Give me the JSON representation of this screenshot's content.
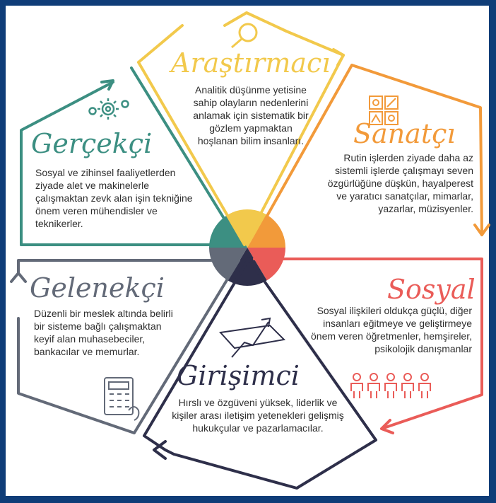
{
  "colors": {
    "frame": "#0f3d78",
    "arastirmaci": "#f2c94c",
    "sanatci": "#f29a3a",
    "sosyal": "#ea5c58",
    "girisimci": "#2e2f4a",
    "gelenekci": "#636a78",
    "gercekci": "#3c8f82"
  },
  "types": {
    "arastirmaci": {
      "title": "Araştırmacı",
      "description": "Analitik düşünme yetisine sahip olayların nedenlerini anlamak için sistematik bir gözlem yapmaktan hoşlanan bilim insanları.",
      "icon": "magnifier-icon"
    },
    "sanatci": {
      "title": "Sanatçı",
      "description": "Rutin işlerden ziyade daha az sistemli işlerde çalışmayı seven özgürlüğüne düşkün, hayalperest ve yaratıcı sanatçılar, mimarlar, yazarlar, müzisyenler.",
      "icon": "art-grid-icon"
    },
    "sosyal": {
      "title": "Sosyal",
      "description": "Sosyal ilişkileri oldukça güçlü, diğer insanları eğitmeye ve geliştirmeye önem veren öğretmenler, hemşireler, psikolojik danışmanlar",
      "icon": "people-icon"
    },
    "girisimci": {
      "title": "Girişimci",
      "description": "Hırslı ve özgüveni yüksek, liderlik ve kişiler arası iletişim yetenekleri gelişmiş hukukçular ve pazarlamacılar.",
      "icon": "rising-arrow-icon"
    },
    "gelenekci": {
      "title": "Gelenekçi",
      "description": "Düzenli bir meslek altında belirli bir sisteme bağlı çalışmaktan keyif alan muhasebeciler, bankacılar ve memurlar.",
      "icon": "calculator-icon"
    },
    "gercekci": {
      "title": "Gerçekçi",
      "description": "Sosyal ve zihinsel faaliyetlerden ziyade alet ve makinelerle çalışmaktan zevk alan işin tekniğine önem veren mühendisler ve teknikerler.",
      "icon": "gears-icon"
    }
  }
}
